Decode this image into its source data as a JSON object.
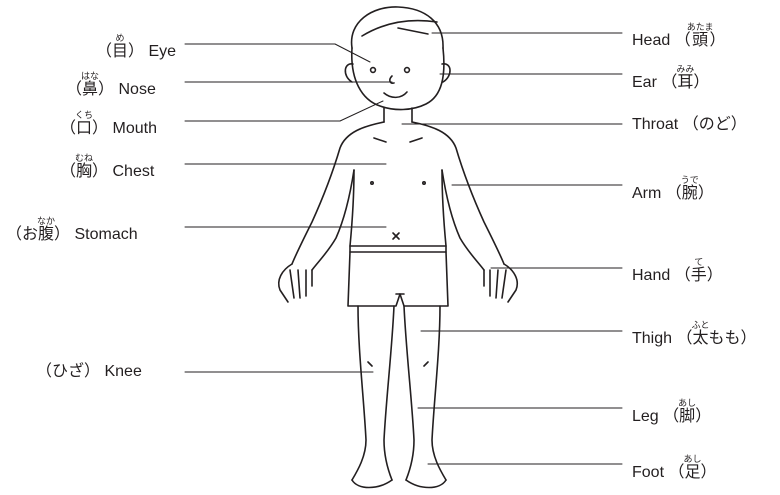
{
  "labels": {
    "eye": {
      "en": "Eye",
      "jp_prefix": "（",
      "kanji": "目",
      "furigana": "め",
      "jp_suffix": "）"
    },
    "nose": {
      "en": "Nose",
      "jp_prefix": "（",
      "kanji": "鼻",
      "furigana": "はな",
      "jp_suffix": "）"
    },
    "mouth": {
      "en": "Mouth",
      "jp_prefix": "（",
      "kanji": "口",
      "furigana": "くち",
      "jp_suffix": "）"
    },
    "chest": {
      "en": "Chest",
      "jp_prefix": "（",
      "kanji": "胸",
      "furigana": "むね",
      "jp_suffix": "）"
    },
    "stomach": {
      "en": "Stomach",
      "jp_prefix": "（お",
      "kanji": "腹",
      "furigana": "なか",
      "jp_suffix": "）"
    },
    "knee": {
      "en": "Knee",
      "jp_prefix": "（ひざ）",
      "kanji": "",
      "furigana": "",
      "jp_suffix": ""
    },
    "head": {
      "en": "Head",
      "jp_prefix": "（",
      "kanji": "頭",
      "furigana": "あたま",
      "jp_suffix": "）"
    },
    "ear": {
      "en": "Ear",
      "jp_prefix": "（",
      "kanji": "耳",
      "furigana": "みみ",
      "jp_suffix": "）"
    },
    "throat": {
      "en": "Throat",
      "jp_prefix": "（のど）",
      "kanji": "",
      "furigana": "",
      "jp_suffix": ""
    },
    "arm": {
      "en": "Arm",
      "jp_prefix": "（",
      "kanji": "腕",
      "furigana": "うで",
      "jp_suffix": "）"
    },
    "hand": {
      "en": "Hand",
      "jp_prefix": "（",
      "kanji": "手",
      "furigana": "て",
      "jp_suffix": "）"
    },
    "thigh": {
      "en": "Thigh",
      "jp_prefix": "（",
      "kanji": "太",
      "furigana": "ふと",
      "jp_suffix": "もも）"
    },
    "leg": {
      "en": "Leg",
      "jp_prefix": "（",
      "kanji": "脚",
      "furigana": "あし",
      "jp_suffix": "）"
    },
    "foot": {
      "en": "Foot",
      "jp_prefix": "（",
      "kanji": "足",
      "furigana": "あし",
      "jp_suffix": "）"
    }
  },
  "colors": {
    "line": "#231f20",
    "background": "#ffffff"
  }
}
